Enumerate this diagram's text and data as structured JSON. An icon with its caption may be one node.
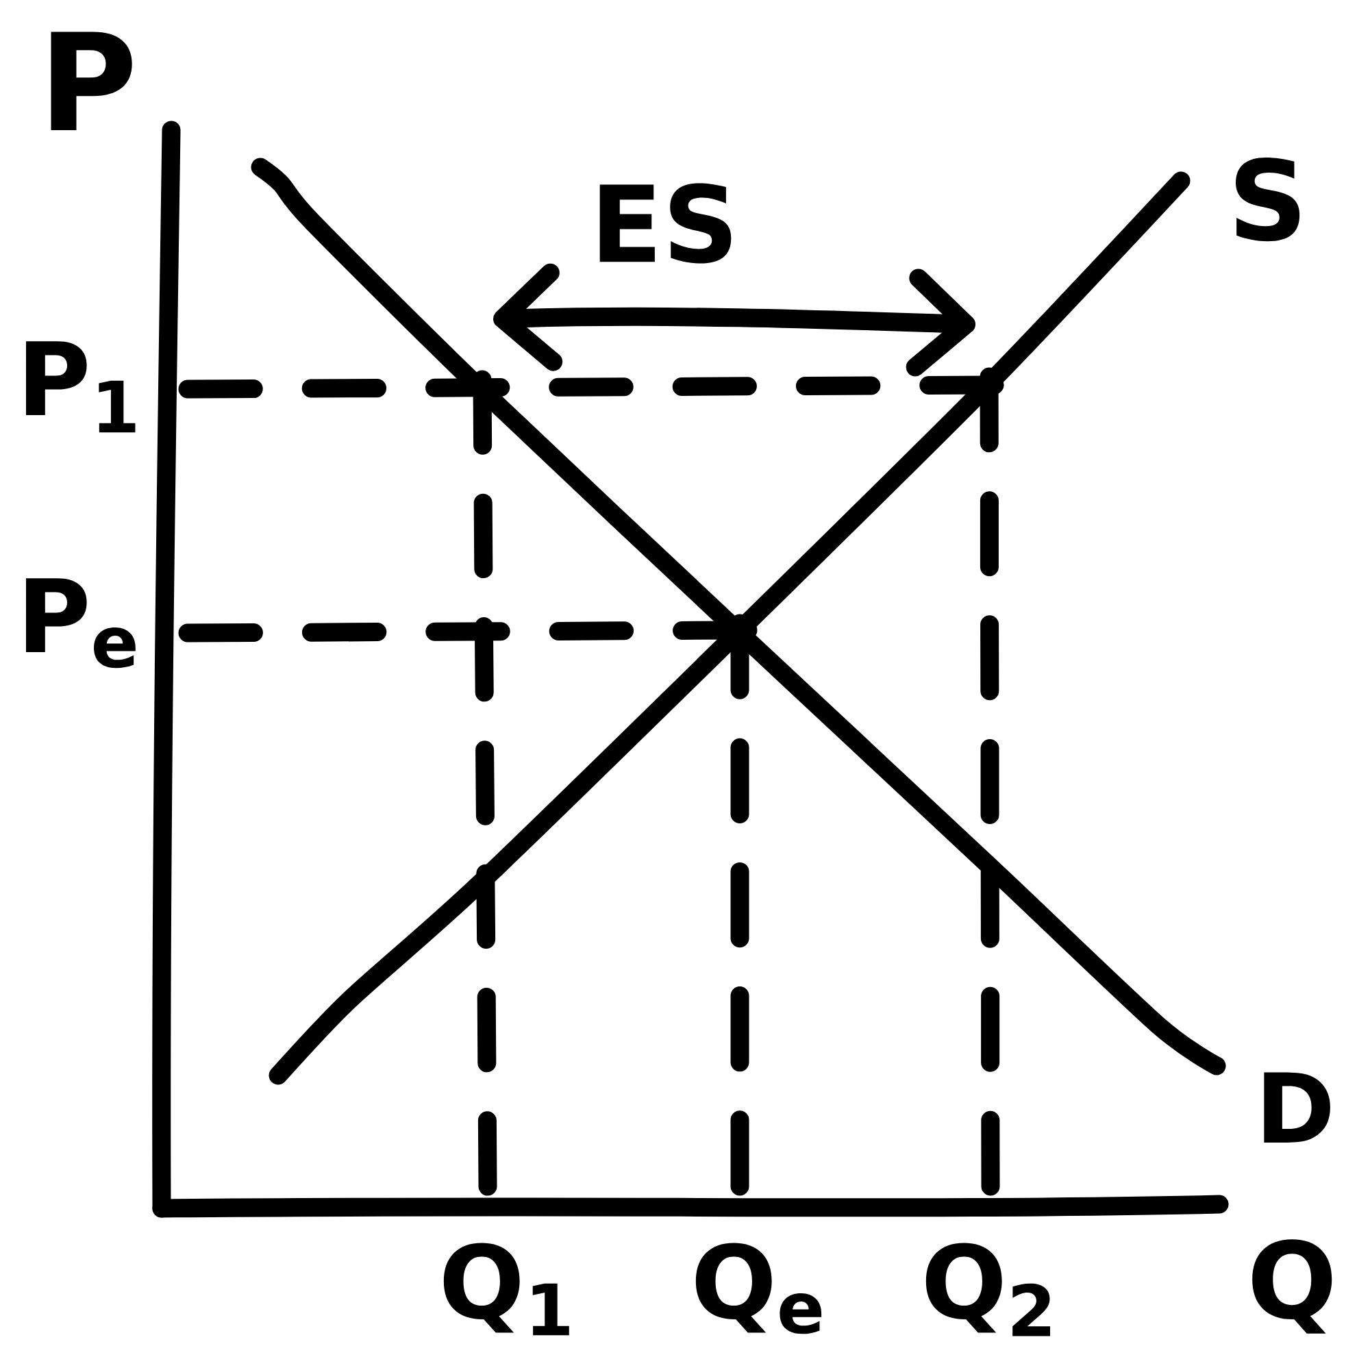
{
  "diagram": {
    "labels": [
      "P",
      "ES",
      "S",
      "P$_{1}$",
      "P$_{e}$",
      "D",
      "Q$_{1}$",
      "Q$_{e}$",
      "Q$_{2}$",
      "Q"
    ]
  }
}
